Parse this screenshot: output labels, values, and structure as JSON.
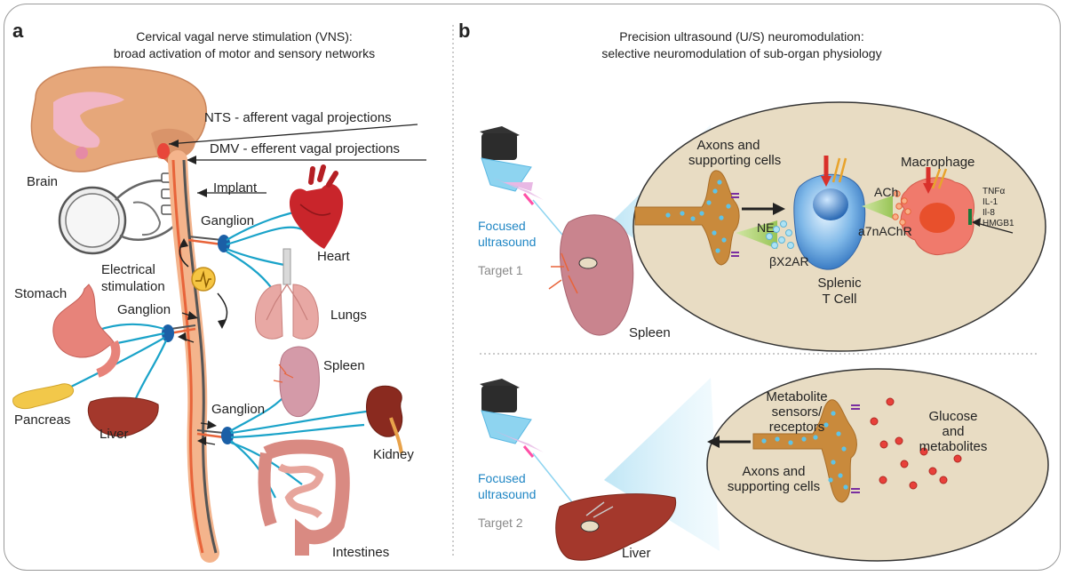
{
  "panel_a": {
    "letter": "a",
    "title_line1": "Cervical vagal nerve stimulation (VNS):",
    "title_line2": "broad activation of motor and sensory networks",
    "labels": {
      "nts": "NTS - afferent vagal projections",
      "dmv": "DMV - efferent vagal projections",
      "brain": "Brain",
      "implant": "Implant",
      "ganglion_top": "Ganglion",
      "heart": "Heart",
      "electrical1": "Electrical",
      "electrical2": "stimulation",
      "stomach": "Stomach",
      "ganglion_mid": "Ganglion",
      "lungs": "Lungs",
      "spleen": "Spleen",
      "ganglion_low": "Ganglion",
      "pancreas": "Pancreas",
      "liver": "Liver",
      "kidney": "Kidney",
      "intestines": "Intestines"
    }
  },
  "panel_b": {
    "letter": "b",
    "title_line1": "Precision ultrasound (U/S) neuromodulation:",
    "title_line2": "selective neuromodulation of sub-organ physiology",
    "top": {
      "focused1": "Focused",
      "focused2": "ultrasound",
      "target": "Target 1",
      "organ": "Spleen",
      "axons1": "Axons and",
      "axons2": "supporting cells",
      "ne": "NE",
      "beta": "βX2AR",
      "splenic1": "Splenic",
      "splenic2": "T Cell",
      "ach": "ACh",
      "a7": "a7nAChR",
      "macrophage": "Macrophage",
      "cytokines": [
        "TNFα",
        "IL-1",
        "Il-8",
        "HMGB1"
      ]
    },
    "bottom": {
      "focused1": "Focused",
      "focused2": "ultrasound",
      "target": "Target 2",
      "organ": "Liver",
      "metab1": "Metabolite",
      "metab2": "sensors/",
      "metab3": "receptors",
      "axons1": "Axons and",
      "axons2": "supporting cells",
      "glucose1": "Glucose",
      "glucose2": "and",
      "glucose3": "metabolites"
    }
  },
  "colors": {
    "nerve_blue": "#1aa3c9",
    "vagus_orange": "#e8643a",
    "ganglion": "#1b5fa6",
    "ellipse_fill": "#e8dcc3",
    "axon": "#c98a3c",
    "label_blue": "#1f86c4"
  }
}
